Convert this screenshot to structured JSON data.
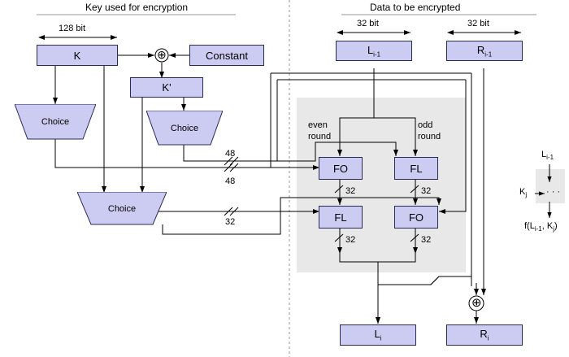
{
  "headers": {
    "left": "Key used for encryption",
    "right": "Data to be encrypted"
  },
  "bit_labels": {
    "key_128": "128 bit",
    "left_32": "32 bit",
    "right_32": "32 bit",
    "w48_a": "48",
    "w48_b": "48",
    "w32_left": "32",
    "w32_1": "32",
    "w32_2": "32",
    "w32_3": "32",
    "w32_4": "32"
  },
  "boxes": {
    "k": "K",
    "constant": "Constant",
    "kprime": "K'",
    "choice1": "Choice",
    "choice2": "Choice",
    "choice3": "Choice",
    "l_in": "L",
    "l_in_sub": "i-1",
    "r_in": "R",
    "r_in_sub": "i-1",
    "fo1": "FO",
    "fl1": "FL",
    "fl2": "FL",
    "fo2": "FO",
    "l_out": "L",
    "l_out_sub": "i",
    "r_out": "R",
    "r_out_sub": "i"
  },
  "round_labels": {
    "even": "even",
    "even2": "round",
    "odd": "odd",
    "odd2": "round"
  },
  "legend": {
    "top": "L",
    "top_sub": "i-1",
    "key": "K",
    "key_sub": "j",
    "dots": "· · ·",
    "bottom": "f(L",
    "bottom_sub1": "i-1",
    "bottom_mid": ", K",
    "bottom_sub2": "j",
    "bottom_end": ")"
  },
  "symbols": {
    "xor": "⊕"
  },
  "colors": {
    "box_fill": "#ccccf2",
    "box_stroke": "#2a2a55",
    "grey_panel": "#e8e8e8",
    "line": "#000000",
    "divider": "#999999"
  }
}
